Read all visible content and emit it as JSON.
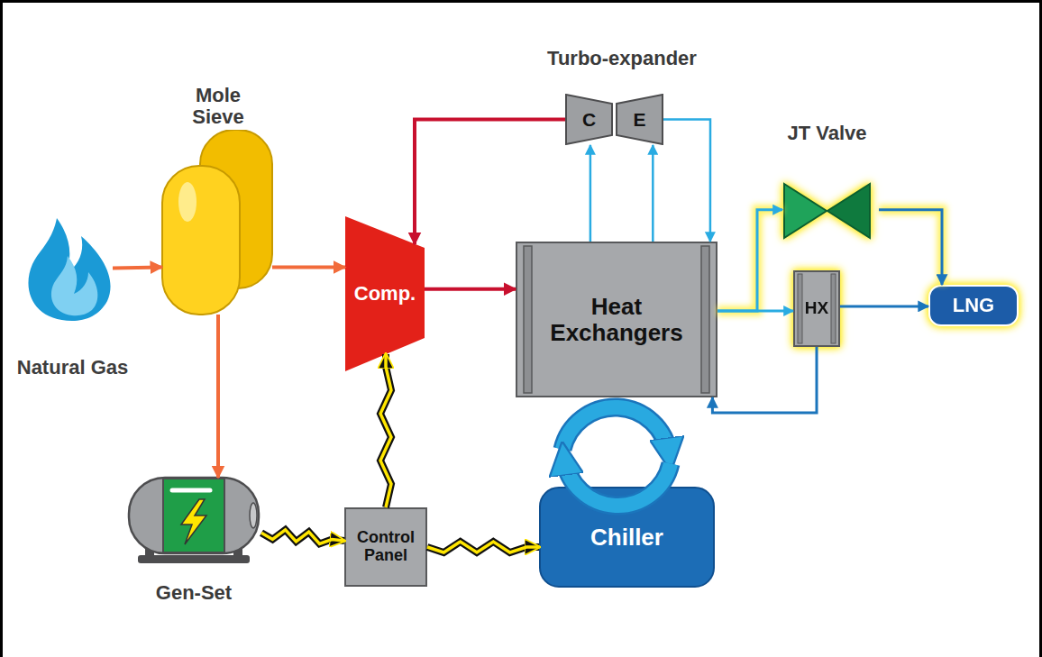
{
  "diagram": {
    "nodes": [
      {
        "text": [
          "Natural Gas"
        ]
      },
      {
        "text": [
          "Mole Sieve"
        ]
      },
      {
        "text": [
          "Comp."
        ]
      },
      {
        "text": [
          "C"
        ]
      },
      {
        "text": [
          "E"
        ]
      },
      {
        "text": [
          "Heat Exchangers"
        ]
      },
      {
        "text": [
          "JT Valve"
        ]
      },
      {
        "text": [
          "HX"
        ]
      },
      {
        "text": [
          "LNG"
        ]
      },
      {
        "text": [
          "Gen-Set"
        ]
      },
      {
        "text": [
          "Control Panel"
        ]
      },
      {
        "text": [
          "Chiller"
        ]
      }
    ],
    "edges": [
      {
        "from": 0,
        "to": 1,
        "arrow": "to"
      },
      {
        "from": 1,
        "to": 2,
        "arrow": "to"
      },
      {
        "from": 1,
        "to": 9,
        "arrow": "to"
      },
      {
        "from": 2,
        "to": 5,
        "arrow": "to"
      },
      {
        "from": 3,
        "to": 2,
        "arrow": "to"
      },
      {
        "from": 5,
        "to": 3,
        "arrow": "to"
      },
      {
        "from": 5,
        "to": 4,
        "arrow": "to"
      },
      {
        "from": 4,
        "to": 5,
        "arrow": "to"
      },
      {
        "from": 5,
        "to": 6,
        "arrow": "to"
      },
      {
        "from": 5,
        "to": 7,
        "arrow": "to"
      },
      {
        "from": 6,
        "to": 8,
        "arrow": "to"
      },
      {
        "from": 7,
        "to": 8,
        "arrow": "to"
      },
      {
        "from": 7,
        "to": 5,
        "arrow": "to"
      },
      {
        "from": 9,
        "to": 10,
        "arrow": "to"
      },
      {
        "from": 10,
        "to": 2,
        "arrow": "to"
      },
      {
        "from": 10,
        "to": 11,
        "arrow": "to"
      },
      {
        "from": 11,
        "to": 5,
        "arrow": "both"
      }
    ],
    "labels": [
      "Turbo-expander"
    ]
  }
}
